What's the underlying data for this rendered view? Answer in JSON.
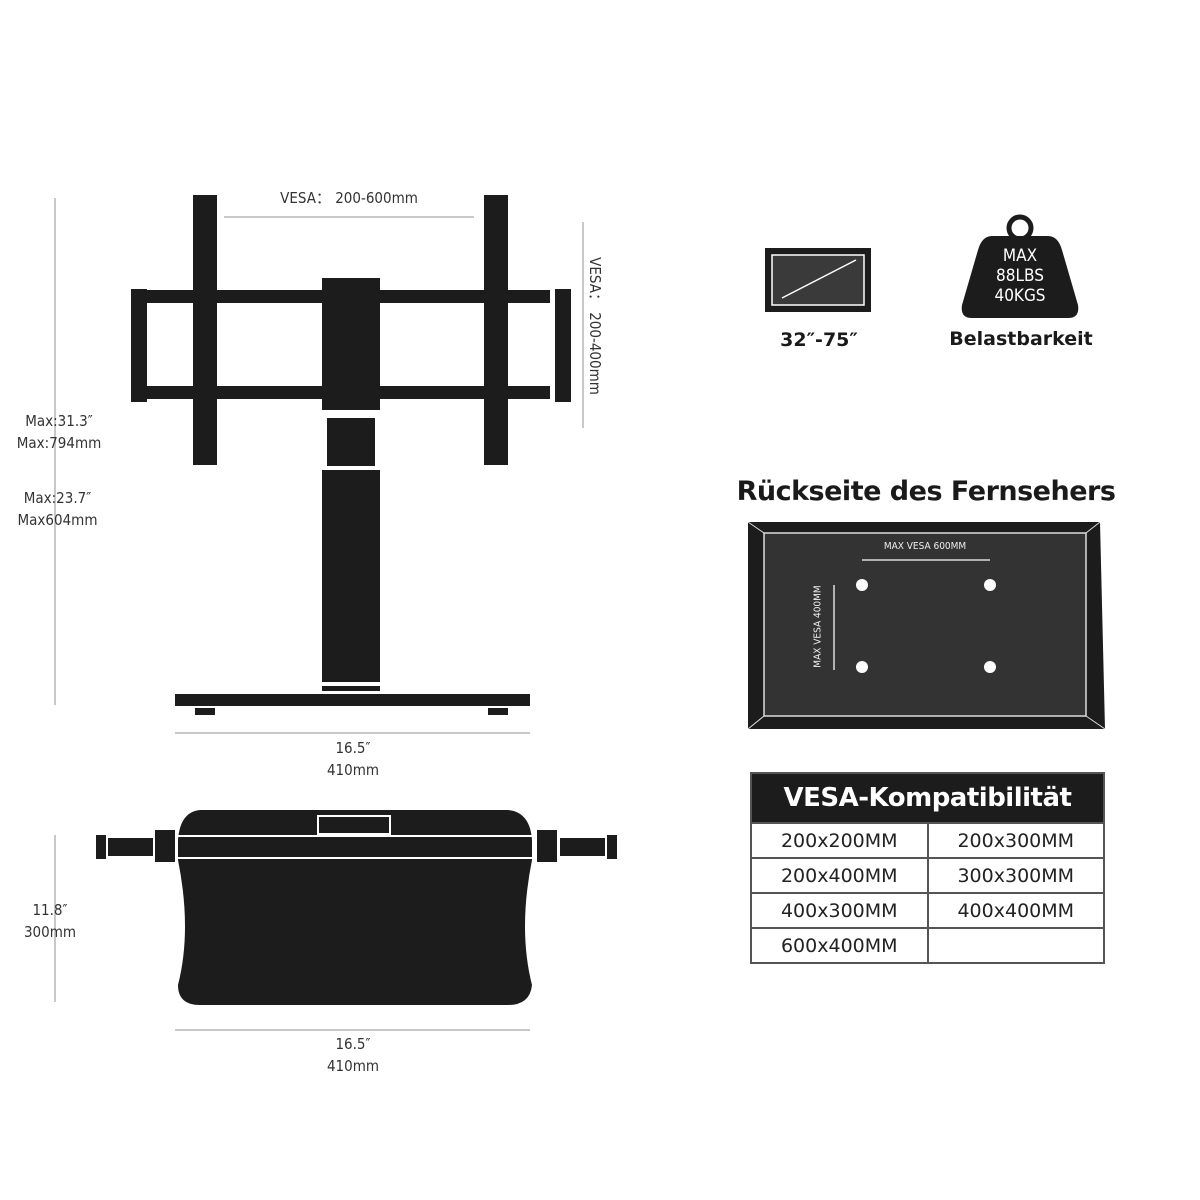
{
  "front_view": {
    "vesa_horizontal": "VESA： 200-600mm",
    "vesa_vertical": "VESA： 200-400mm",
    "max_height_in": "Max:31.3″",
    "max_height_mm": "Max:794mm",
    "min_height_in": "Max:23.7″",
    "min_height_mm": "Max604mm",
    "base_width_in": "16.5″",
    "base_width_mm": "410mm"
  },
  "top_view": {
    "depth_in": "11.8″",
    "depth_mm": "300mm",
    "width_in": "16.5″",
    "width_mm": "410mm"
  },
  "screen_size": {
    "icon": "tv-screen-icon",
    "label": "32″-75″"
  },
  "load_capacity": {
    "icon": "weight-icon",
    "line1": "MAX",
    "line2": "88LBS",
    "line3": "40KGS",
    "label": "Belastbarkeit"
  },
  "tv_back": {
    "heading": "Rückseite des Fernsehers",
    "max_vesa_horizontal": "MAX VESA 600MM",
    "max_vesa_vertical": "MAX VESA 400MM"
  },
  "compatibility": {
    "heading": "VESA-Kompatibilität",
    "rows": [
      [
        "200x200MM",
        "200x300MM"
      ],
      [
        "200x400MM",
        "300x300MM"
      ],
      [
        "400x300MM",
        "400x400MM"
      ],
      [
        "600x400MM",
        ""
      ]
    ]
  },
  "colors": {
    "dark": "#1c1c1c",
    "dimension_line": "#c8c8c8",
    "background": "#ffffff"
  }
}
